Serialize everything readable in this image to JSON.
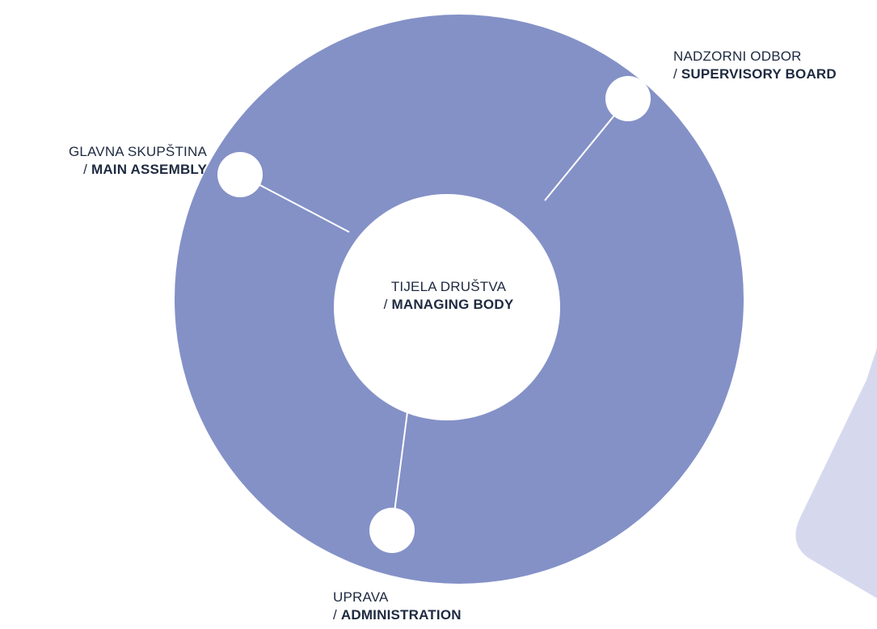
{
  "colors": {
    "ring": "#8491c7",
    "accent_shape": "#d6d9ee",
    "node_fill": "#ffffff",
    "connector": "#ffffff",
    "text": "#1e2a40"
  },
  "center": {
    "native": "TIJELA DRUŠTVA",
    "english_prefix": "/ ",
    "english": "MANAGING BODY"
  },
  "nodes": [
    {
      "id": "main-assembly",
      "native": "GLAVNA SKUPŠTINA",
      "english_prefix": "/ ",
      "english": "MAIN ASSEMBLY"
    },
    {
      "id": "supervisory-board",
      "native": "NADZORNI ODBOR",
      "english_prefix": "/ ",
      "english": "SUPERVISORY BOARD"
    },
    {
      "id": "administration",
      "native": "UPRAVA",
      "english_prefix": "/ ",
      "english": "ADMINISTRATION"
    }
  ]
}
